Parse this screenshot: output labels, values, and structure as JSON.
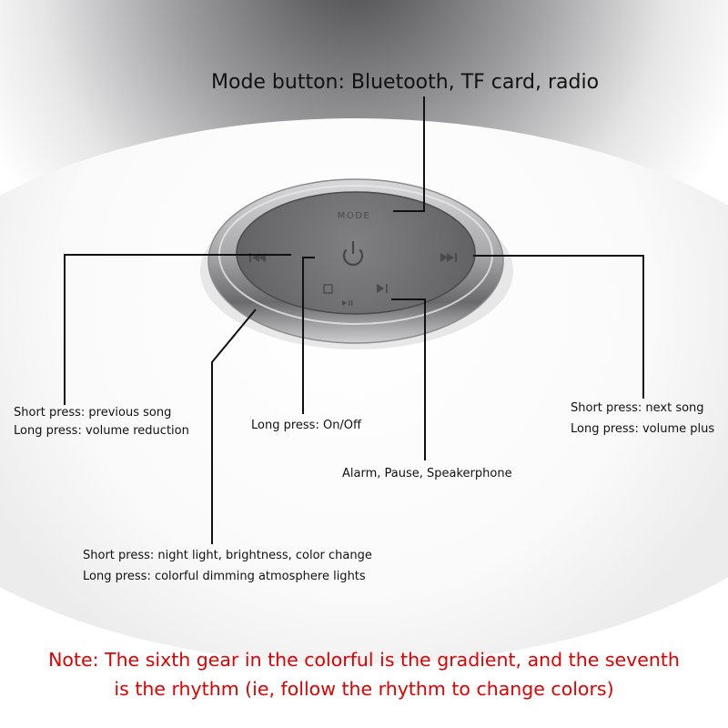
{
  "mode_button": {
    "label": "Mode button: Bluetooth, TF card, radio"
  },
  "panel": {
    "mode_engraving": "MODE"
  },
  "prev_button": {
    "line1": "Short press: previous song",
    "line2": "Long press: volume reduction"
  },
  "power_button": {
    "line1": "Long press: On/Off"
  },
  "next_button": {
    "line1": "Short press: next song",
    "line2": "Long press: volume plus"
  },
  "play_button": {
    "line1": "Alarm, Pause, Speakerphone"
  },
  "light_ring": {
    "line1": "Short press: night light, brightness, color change",
    "line2": "Long press: colorful dimming atmosphere lights"
  },
  "note": {
    "line1": "Note: The sixth gear in the colorful is the gradient, and the seventh",
    "line2": "is the rhythm (ie, follow the rhythm to change colors)",
    "color": "#e00000"
  },
  "colors": {
    "leader_line": "#111111",
    "panel_gray": "#6e6e70",
    "ring_chrome": "#b9b9bb"
  }
}
